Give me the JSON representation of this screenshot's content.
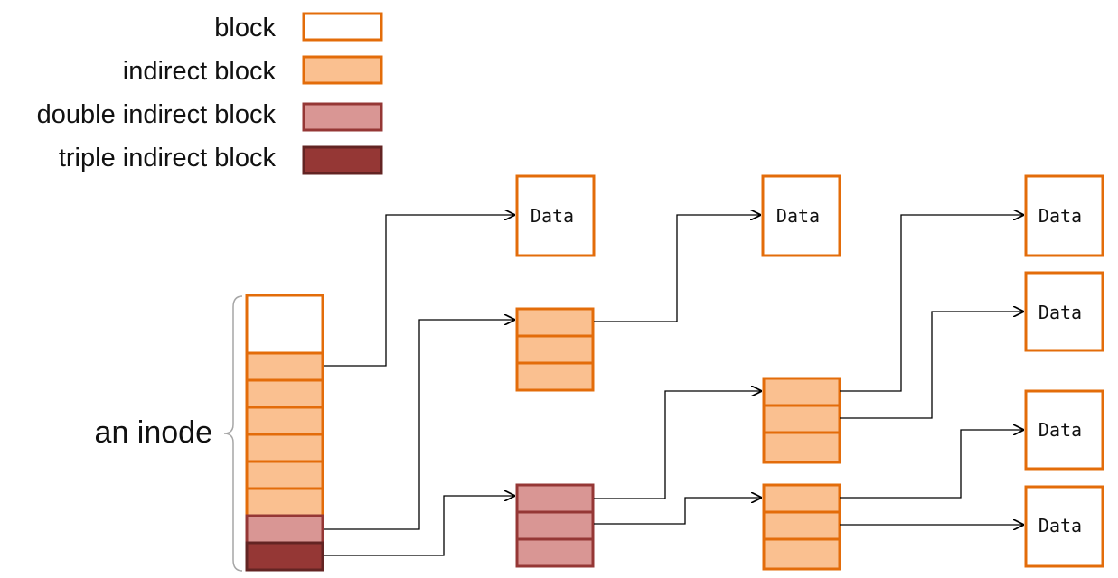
{
  "legend": [
    {
      "key": "block",
      "label": "block"
    },
    {
      "key": "indirect",
      "label": "indirect block"
    },
    {
      "key": "double",
      "label": "double indirect block"
    },
    {
      "key": "triple",
      "label": "triple indirect block"
    }
  ],
  "inode_label": "an inode",
  "data_label": "Data",
  "colors": {
    "block_fill": "#ffffff",
    "block_stroke": "#e36c0a",
    "indirect_fill": "#fac090",
    "indirect_stroke": "#e36c0a",
    "double_fill": "#d99694",
    "double_stroke": "#953735",
    "triple_fill": "#953735",
    "triple_stroke": "#632423",
    "arrow": "#000000",
    "brace": "#a6a6a6"
  }
}
